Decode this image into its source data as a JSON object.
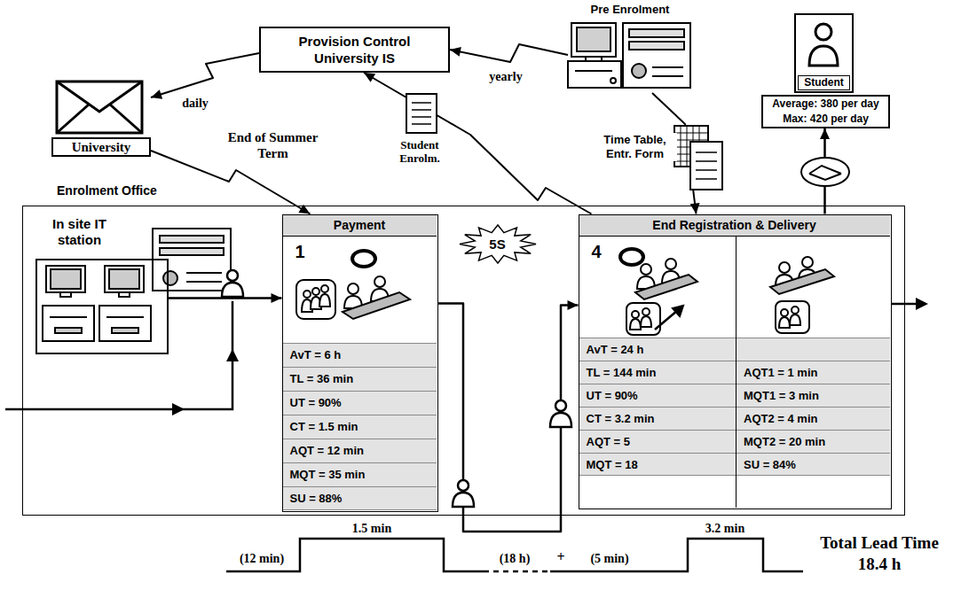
{
  "diagram": {
    "nodes": [
      {
        "text": [
          "Provision Control University IS"
        ]
      },
      {
        "text": [
          "Pre Enrolment"
        ]
      },
      {
        "text": [
          "Student"
        ]
      },
      {
        "text": [
          "Average: 380 per day",
          "Max: 420 per day"
        ]
      },
      {
        "text": [
          "University"
        ]
      },
      {
        "text": [
          "Enrolment Office"
        ]
      },
      {
        "text": [
          "In site IT station"
        ],
        "in": 5
      },
      {
        "text": [
          "Payment",
          "1",
          "AvT = 6 h",
          "TL = 36 min",
          "UT = 90%",
          "CT = 1.5 min",
          "AQT = 12 min",
          "MQT = 35 min",
          "SU = 88%"
        ],
        "in": 5
      },
      {
        "text": [
          "5S"
        ],
        "in": 5
      },
      {
        "text": [
          "End Registration & Delivery",
          "4",
          "AvT = 24 h",
          "TL = 144 min",
          "UT = 90%",
          "CT = 3.2 min",
          "AQT = 5",
          "MQT = 18",
          "AQT1 = 1 min",
          "MQT1 = 3 min",
          "AQT2 = 4 min",
          "MQT2 = 20 min",
          "SU = 84%"
        ],
        "in": 5
      }
    ],
    "edges": [
      {
        "from": 1,
        "to": 0,
        "arrow": "to",
        "label": "yearly"
      },
      {
        "from": 0,
        "to": 4,
        "arrow": "to",
        "label": "daily"
      },
      {
        "from": 4,
        "to": 7,
        "arrow": "to",
        "label": "End of Summer Term"
      },
      {
        "from": 9,
        "to": 0,
        "arrow": "to",
        "label": "Student Enrolm."
      },
      {
        "from": 1,
        "to": 9,
        "arrow": "to",
        "label": "Time Table, Entr. Form"
      },
      {
        "from": 6,
        "to": 7,
        "arrow": "to"
      },
      {
        "from": 7,
        "to": 9,
        "arrow": "to"
      },
      {
        "from": 9,
        "to": 3,
        "arrow": "to"
      }
    ],
    "labels": [
      "(12 min)",
      "1.5 min",
      "(18 h)",
      "+",
      "(5 min)",
      "3.2 min",
      "Total Lead Time",
      "18.4 h"
    ]
  }
}
